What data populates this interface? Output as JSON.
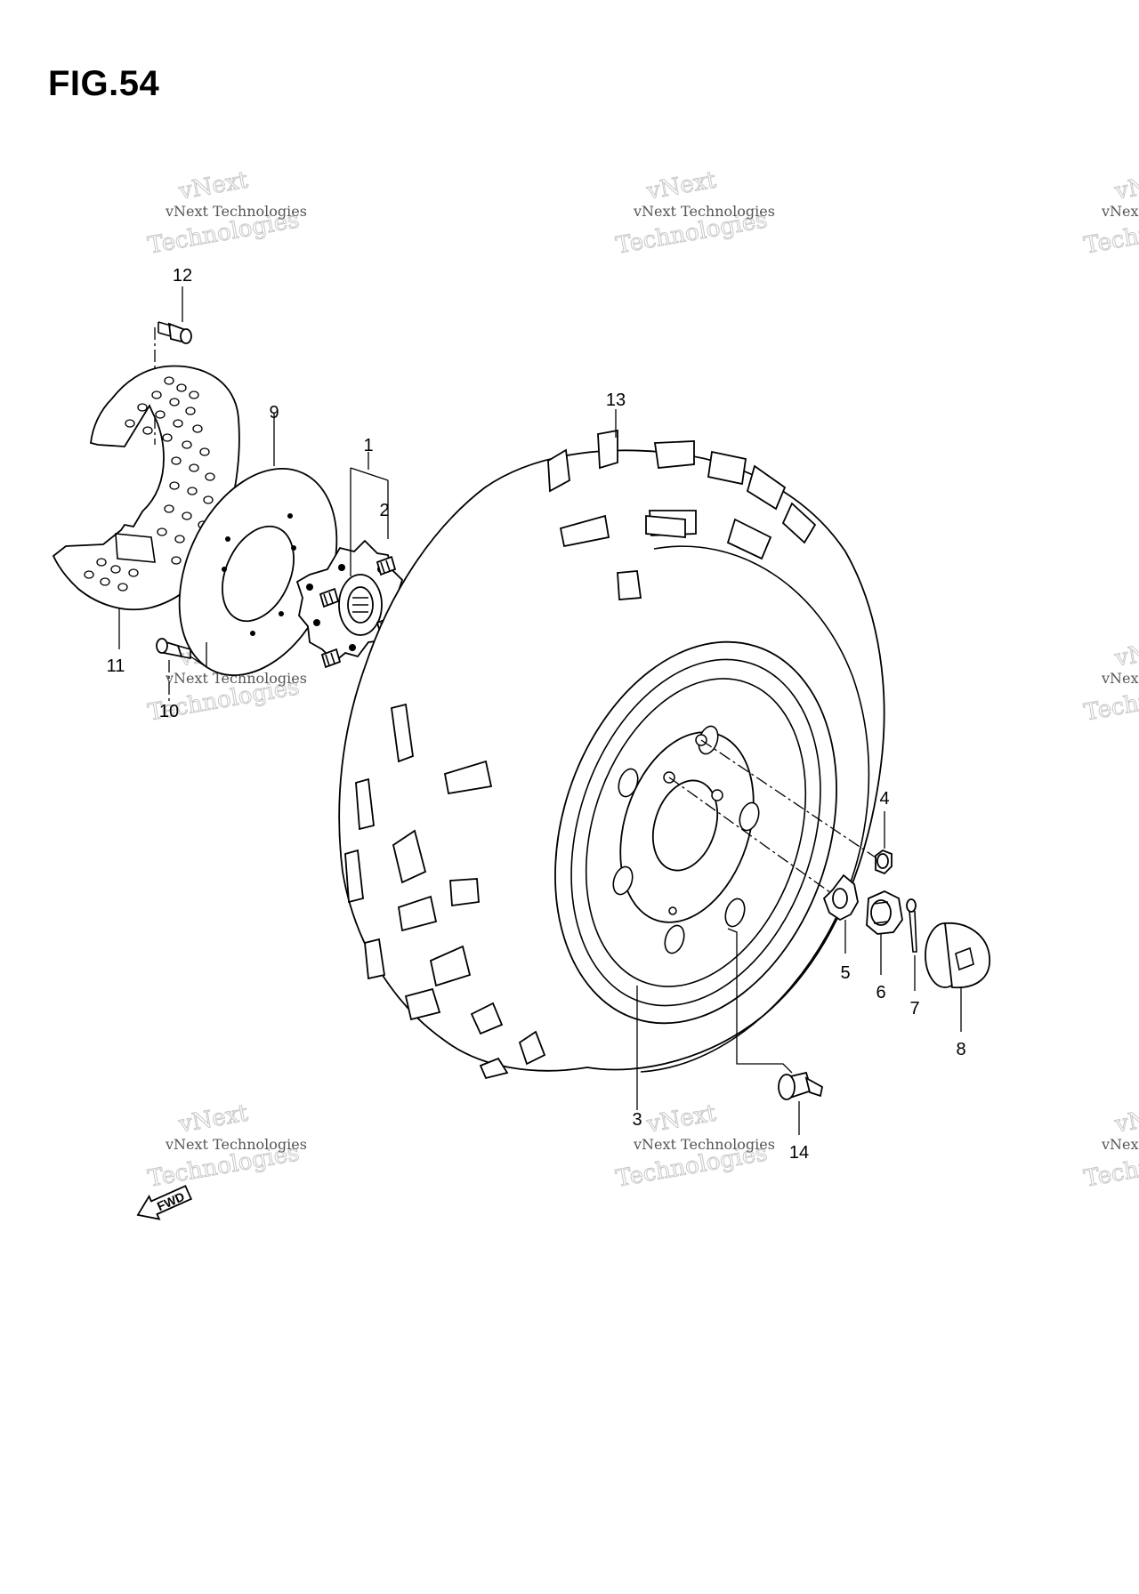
{
  "figure": {
    "title": "FIG.54"
  },
  "watermark": {
    "line1": "vNext Technologies",
    "line2": "vNext",
    "line3": "Technologies"
  },
  "direction_arrow": {
    "label": "FWD"
  },
  "callouts": [
    {
      "id": "1",
      "label": "1"
    },
    {
      "id": "2",
      "label": "2"
    },
    {
      "id": "3",
      "label": "3"
    },
    {
      "id": "4",
      "label": "4"
    },
    {
      "id": "5",
      "label": "5"
    },
    {
      "id": "6",
      "label": "6"
    },
    {
      "id": "7",
      "label": "7"
    },
    {
      "id": "8",
      "label": "8"
    },
    {
      "id": "9",
      "label": "9"
    },
    {
      "id": "10",
      "label": "10"
    },
    {
      "id": "11",
      "label": "11"
    },
    {
      "id": "12",
      "label": "12"
    },
    {
      "id": "13",
      "label": "13"
    },
    {
      "id": "14",
      "label": "14"
    }
  ]
}
